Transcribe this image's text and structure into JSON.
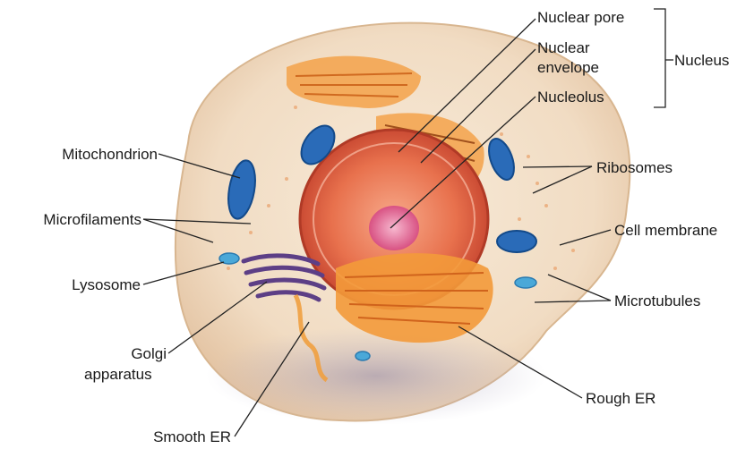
{
  "labels": {
    "nuclear_pore": "Nuclear pore",
    "nuclear_envelope_1": "Nuclear",
    "nuclear_envelope_2": "envelope",
    "nucleolus": "Nucleolus",
    "nucleus": "Nucleus",
    "mitochondrion": "Mitochondrion",
    "ribosomes": "Ribosomes",
    "microfilaments": "Microfilaments",
    "cell_membrane": "Cell membrane",
    "lysosome": "Lysosome",
    "microtubules": "Microtubules",
    "golgi_1": "Golgi",
    "golgi_2": "apparatus",
    "rough_er": "Rough ER",
    "smooth_er": "Smooth ER"
  },
  "colors": {
    "leader_line": "#222222",
    "cytoplasm": "#f3dfc9",
    "nucleus": "#e86a4a",
    "nucleolus": "#d8447a",
    "mitochondria": "#2a6bb8",
    "er": "#f39a3a",
    "golgi": "#6a4a8a"
  }
}
